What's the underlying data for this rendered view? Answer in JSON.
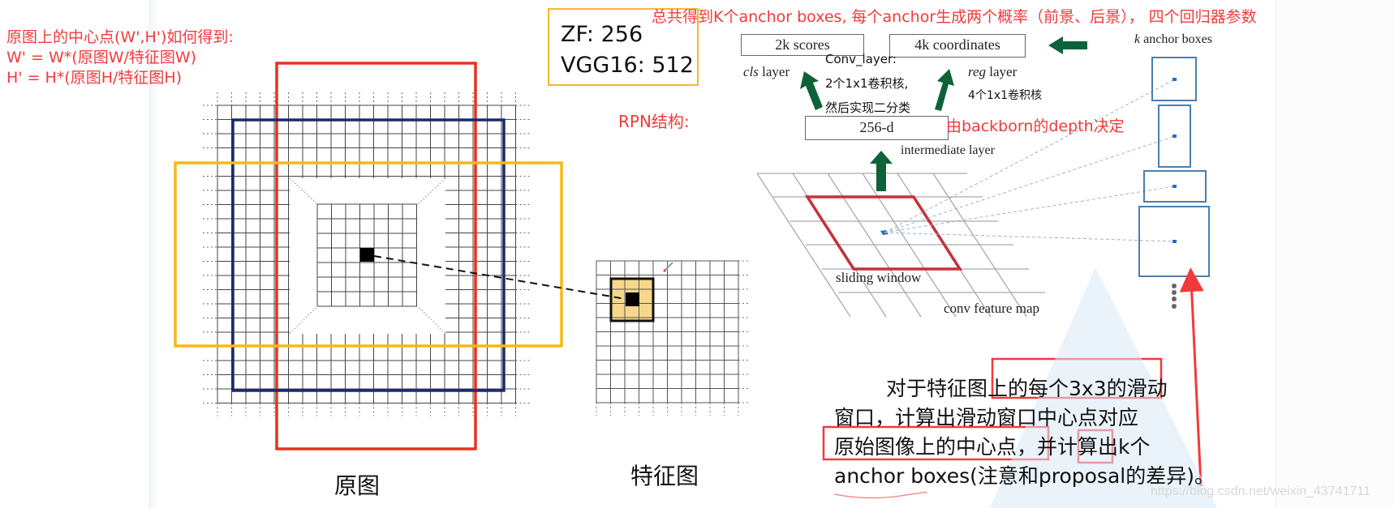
{
  "annotations": {
    "formula": {
      "line1": "原图上的中心点(W',H')如何得到:",
      "line2": "W' = W*(原图W/特征图W)",
      "line3": "H' = H*(原图H/特征图H)"
    },
    "top_note": "总共得到K个anchor boxes, 每个anchor生成两个概率（前景、后景）， 四个回归器参数",
    "rpn_label": "RPN结构:",
    "depth_note": "由backborn的depth决定",
    "conv_layer": {
      "title": "Conv_layer:",
      "line1": "2个1x1卷积核,",
      "line2": "然后实现二分类"
    },
    "reg_conv": "4个1x1卷积核"
  },
  "depth_box": {
    "zf": "ZF: 256",
    "vgg": "VGG16: 512"
  },
  "rpn_diagram": {
    "cls_output": "2k scores",
    "reg_output": "4k coordinates",
    "cls_layer_label_italic": "cls",
    "reg_layer_label_italic": "reg",
    "layer_suffix": "layer",
    "intermediate_value": "256-d",
    "intermediate_label": "intermediate layer",
    "sliding_window_label": "sliding window",
    "feature_map_label": "conv feature map",
    "anchor_header_italic": "k",
    "anchor_header": "anchor boxes"
  },
  "captions": {
    "original": "原图",
    "feature_map": "特征图"
  },
  "explanation": {
    "line1_pre": "对于特征图上的",
    "line1_box": "每个3x3的滑动",
    "line2": "窗口，计算出滑动窗口中心点对应",
    "line3_box": "原始图像上的中心点",
    "line3_post": "，并计算出",
    "line3_k": "k个",
    "line4_underlined": "anchor boxes",
    "line4_post": "(注意和proposal的差异)。"
  },
  "watermark": "https://blog.csdn.net/weixin_43741711",
  "colors": {
    "annotation_red": "#f23a3a",
    "box_red": "#e8321e",
    "box_navy": "#1a2b6b",
    "box_yellow": "#f8b814",
    "arrow_green": "#0e6238",
    "anchor_blue": "#3b78b0",
    "window_highlight": "#f7d88a"
  }
}
